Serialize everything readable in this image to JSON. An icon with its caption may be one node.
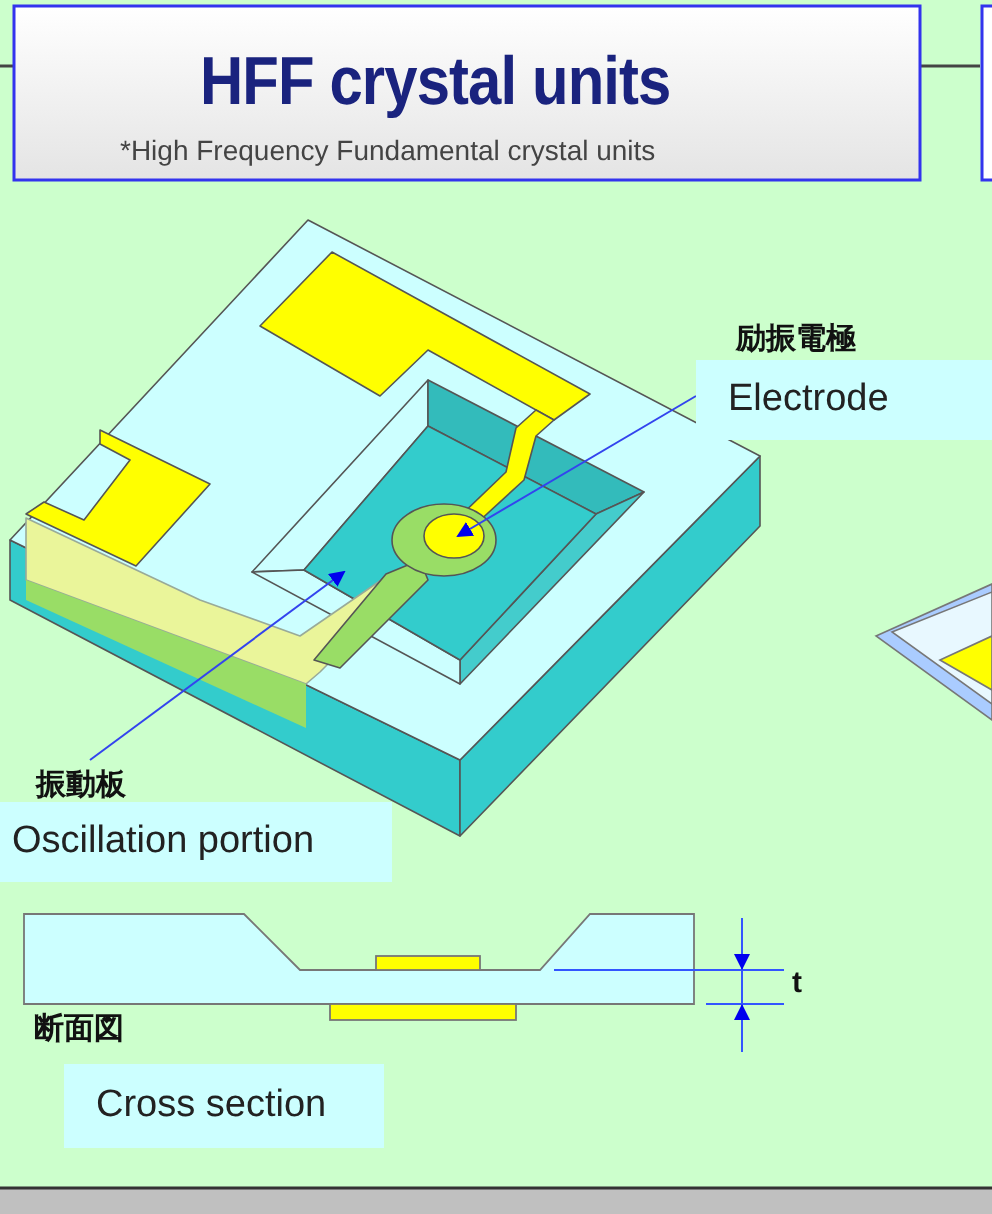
{
  "diagram": {
    "title": "HFF crystal units",
    "caption": "*High Frequency Fundamental crystal units",
    "nodes": [
      {
        "text": [
          "励振電極",
          "Electrode"
        ]
      },
      {
        "text": [
          "振動板",
          "Oscillation portion"
        ]
      },
      {
        "text": [
          "断面図",
          "Cross section"
        ]
      }
    ],
    "edges": [
      {
        "from": 0,
        "to": null,
        "arrow": "to"
      },
      {
        "from": 1,
        "to": null,
        "arrow": "to"
      }
    ],
    "labels": [
      "t"
    ]
  }
}
